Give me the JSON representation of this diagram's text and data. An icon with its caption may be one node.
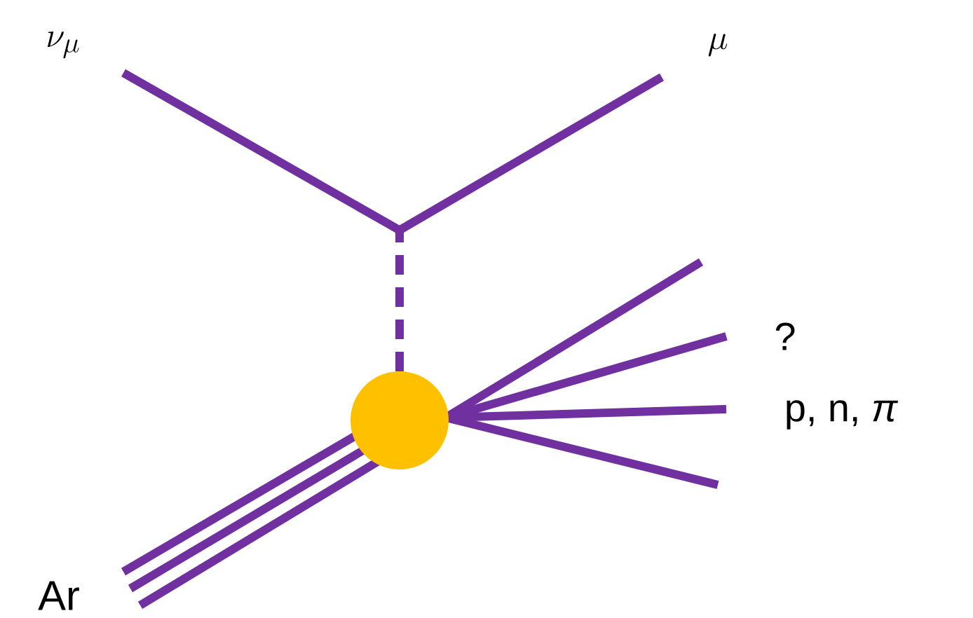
{
  "diagram": {
    "nodes": [
      {
        "text": [
          "\\nu_\\mu"
        ]
      },
      {
        "text": [
          "\\mu"
        ]
      },
      {
        "text": [],
        "shape": "circle"
      },
      {
        "text": [
          "Ar"
        ]
      }
    ],
    "edges": [
      {
        "from": 0,
        "to": null,
        "arrow": "none"
      },
      {
        "from": 1,
        "to": null,
        "arrow": "none"
      },
      {
        "from": 2,
        "to": null,
        "arrow": "none",
        "style": "dashed"
      },
      {
        "from": 3,
        "to": 2,
        "arrow": "none"
      },
      {
        "from": 3,
        "to": 2,
        "arrow": "none"
      },
      {
        "from": 3,
        "to": 2,
        "arrow": "none"
      },
      {
        "from": 2,
        "to": null,
        "arrow": "none"
      },
      {
        "from": 2,
        "to": null,
        "arrow": "none"
      },
      {
        "from": 2,
        "to": null,
        "arrow": "none"
      },
      {
        "from": 2,
        "to": null,
        "arrow": "none"
      }
    ],
    "labels": [
      "?",
      "p, n, *π*"
    ]
  }
}
